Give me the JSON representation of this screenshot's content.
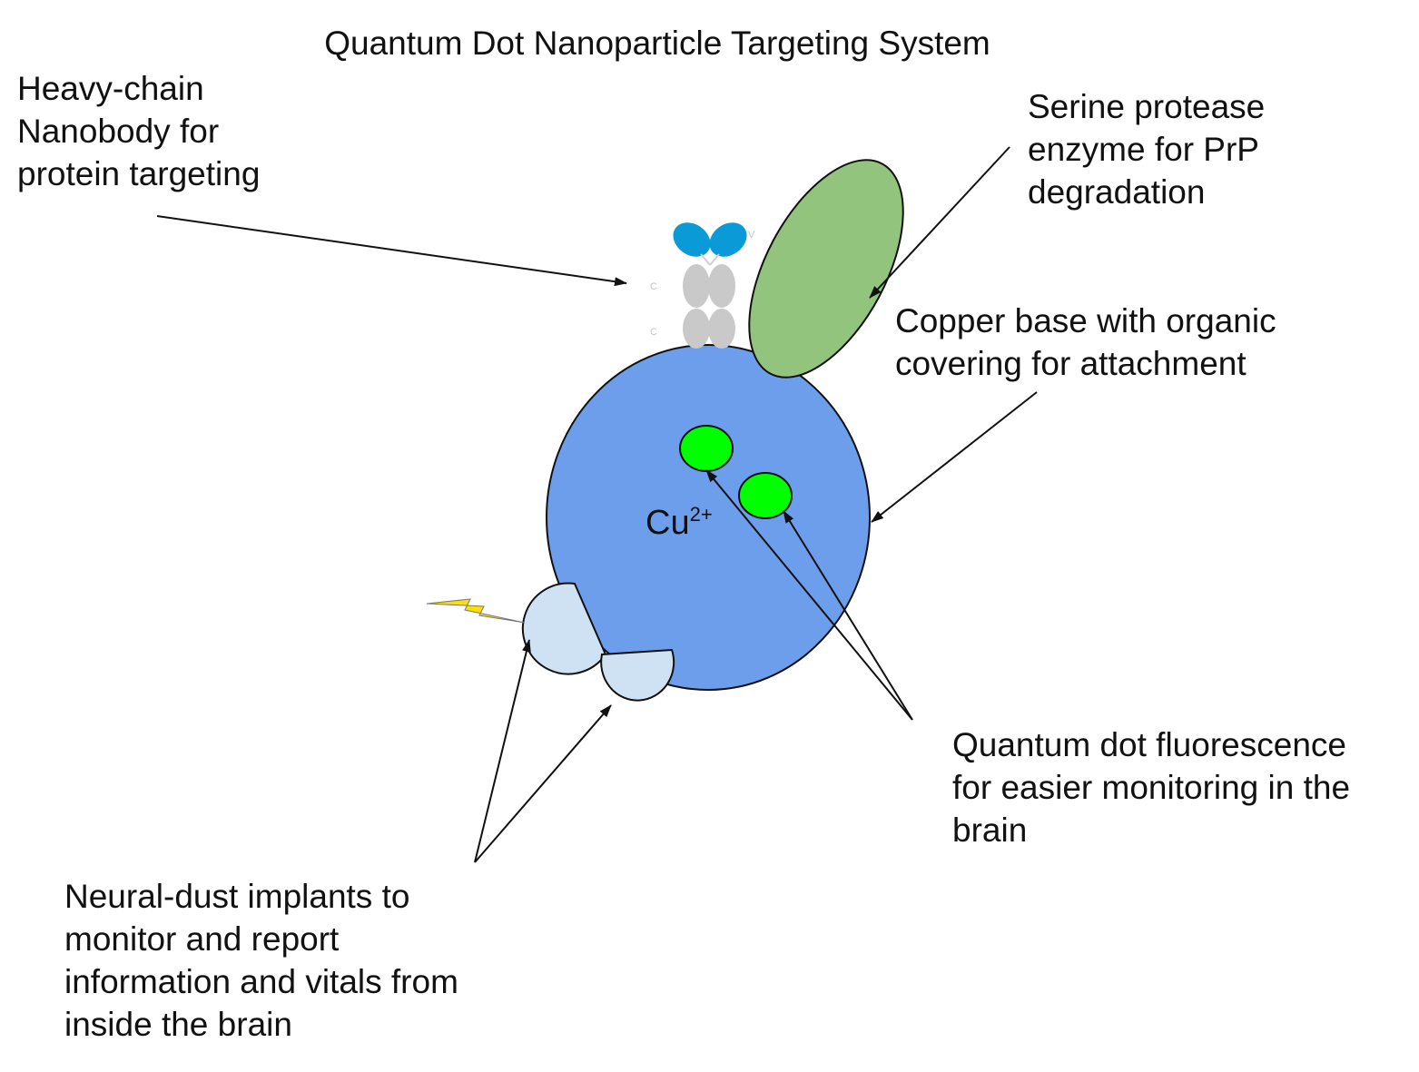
{
  "diagram": {
    "title": "Quantum Dot Nanoparticle Targeting System",
    "core": {
      "ion_symbol": "Cu",
      "ion_charge": "2+",
      "fill_color": "#6d9eeb"
    },
    "labels": {
      "nanobody": [
        "Heavy-chain",
        "Nanobody for",
        "protein targeting"
      ],
      "enzyme": [
        "Serine protease",
        "enzyme for PrP",
        "degradation"
      ],
      "base": [
        "Copper base with organic",
        "covering for attachment"
      ],
      "quantum_dot": [
        "Quantum dot fluorescence",
        "for easier monitoring in the",
        "brain"
      ],
      "neural_dust": [
        "Neural-dust implants to",
        "monitor and report",
        "information and vitals from",
        "inside the brain"
      ]
    },
    "nanobody_domains": {
      "top": "V",
      "middle": "C",
      "bottom": "C"
    },
    "colors": {
      "enzyme": "#93c47d",
      "quantum_dot": "#00ff00",
      "neural_dust": "#cfe2f3",
      "nanobody_variable": "#0b9ad8",
      "nanobody_constant": "#c9c9c9",
      "lightning": "#ffe000"
    }
  }
}
